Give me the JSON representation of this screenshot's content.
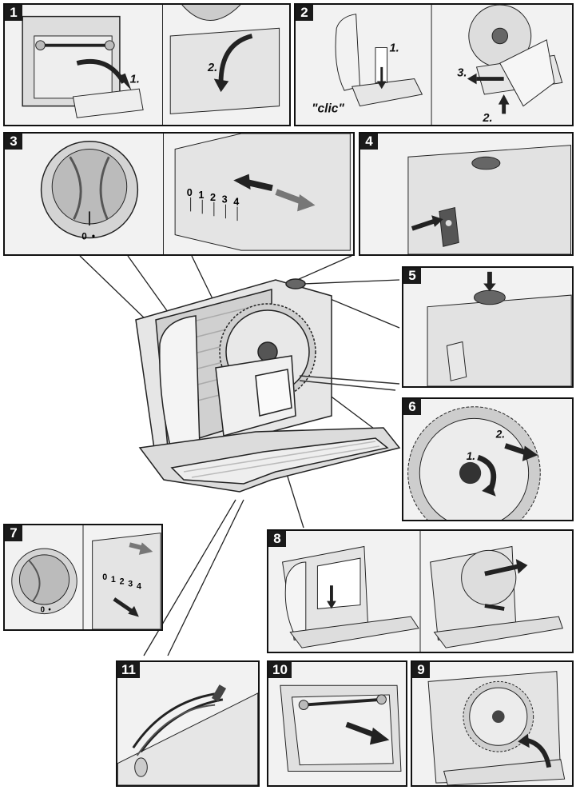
{
  "panels": [
    {
      "id": "1",
      "labels": [
        "1.",
        "2."
      ]
    },
    {
      "id": "2",
      "labels": [
        "1.",
        "\"clic\"",
        "3.",
        "2."
      ]
    },
    {
      "id": "3",
      "dial": [
        "0",
        "•"
      ],
      "scale": [
        "0",
        "1",
        "2",
        "3",
        "4"
      ]
    },
    {
      "id": "4"
    },
    {
      "id": "5"
    },
    {
      "id": "6",
      "labels": [
        "1.",
        "2."
      ]
    },
    {
      "id": "7",
      "dial": [
        "0",
        "•"
      ],
      "scale": [
        "0",
        "1",
        "2",
        "3",
        "4"
      ]
    },
    {
      "id": "8"
    },
    {
      "id": "9"
    },
    {
      "id": "10"
    },
    {
      "id": "11"
    }
  ]
}
